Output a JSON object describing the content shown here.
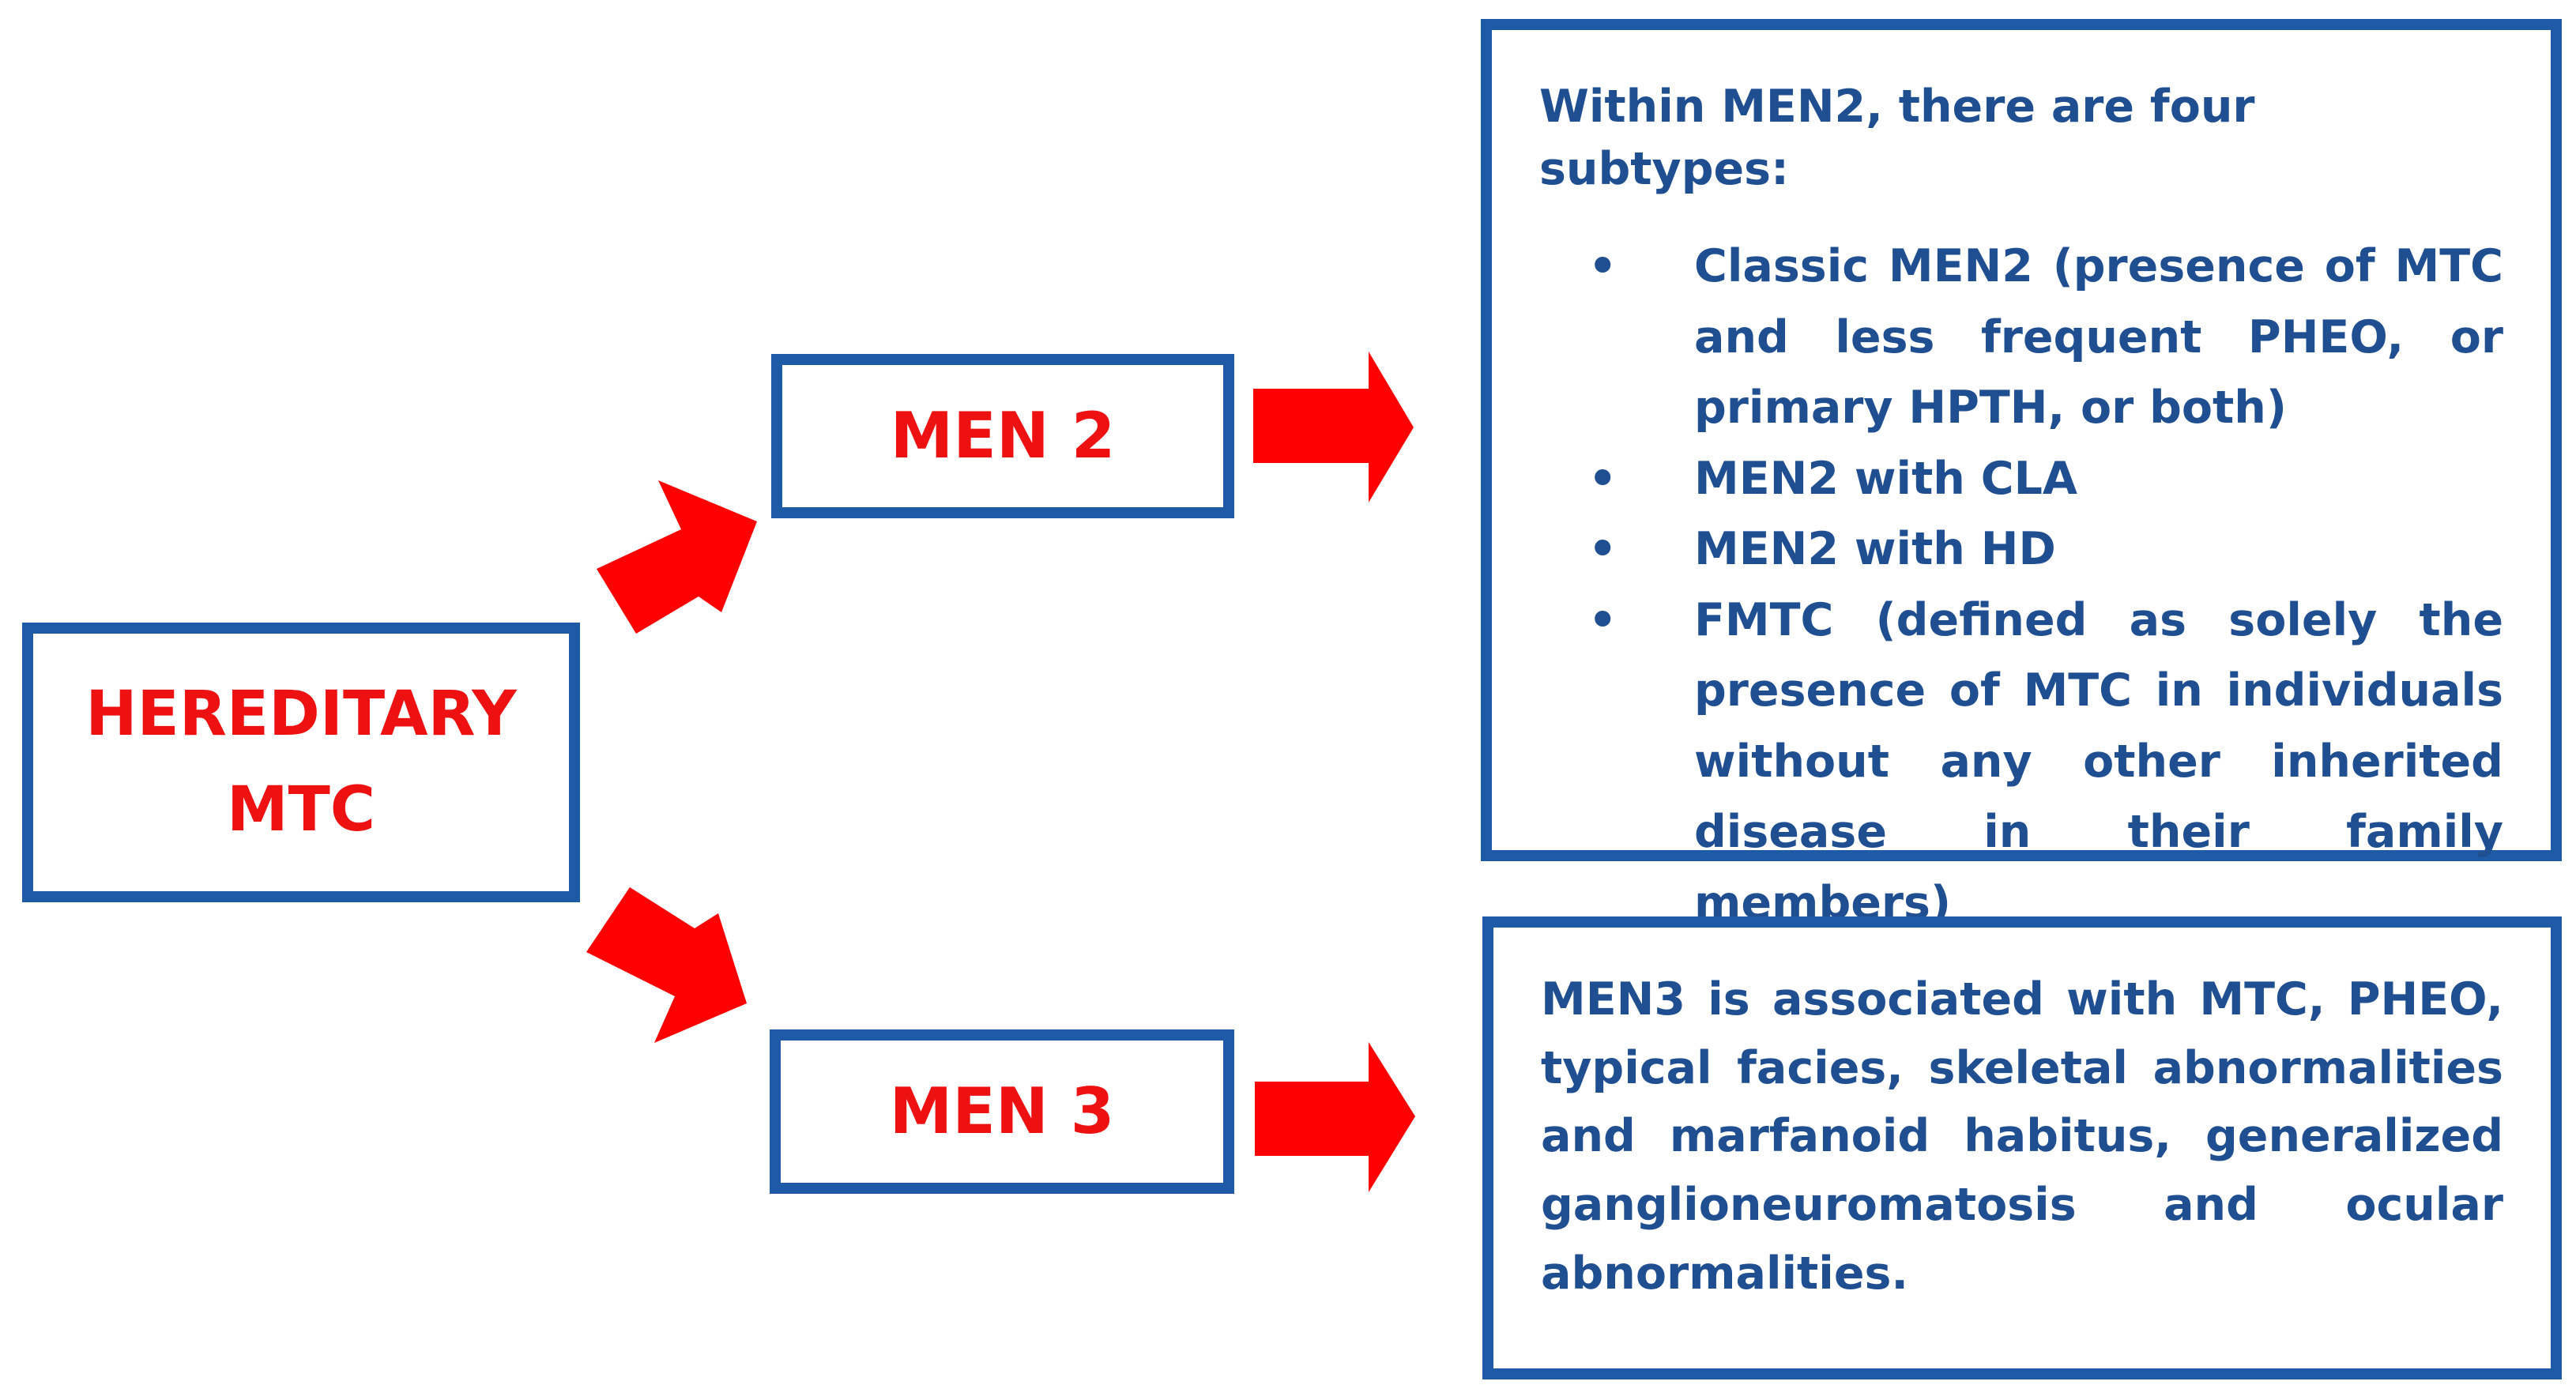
{
  "nodes": {
    "hereditary": {
      "line1": "HEREDITARY",
      "line2": "MTC"
    },
    "men2": {
      "label": "MEN 2"
    },
    "men3": {
      "label": "MEN 3"
    }
  },
  "men2_description": {
    "intro": "Within MEN2, there are four subtypes:",
    "subtypes": [
      "Classic MEN2 (presence of MTC and less frequent PHEO, or primary HPTH, or both)",
      "MEN2 with CLA",
      "MEN2 with HD",
      "FMTC (defined as solely the presence of MTC in individuals without any other inherited disease in their family members)"
    ]
  },
  "men3_description": {
    "text": "MEN3 is associated with MTC, PHEO, typical facies, skeletal abnormalities and marfanoid habitus, generalized ganglioneuromatosis and ocular abnormalities."
  },
  "colors": {
    "box_border": "#1f5aa6",
    "title_text": "#ee1111",
    "body_text": "#1f4e91",
    "arrow": "#ff0000"
  }
}
